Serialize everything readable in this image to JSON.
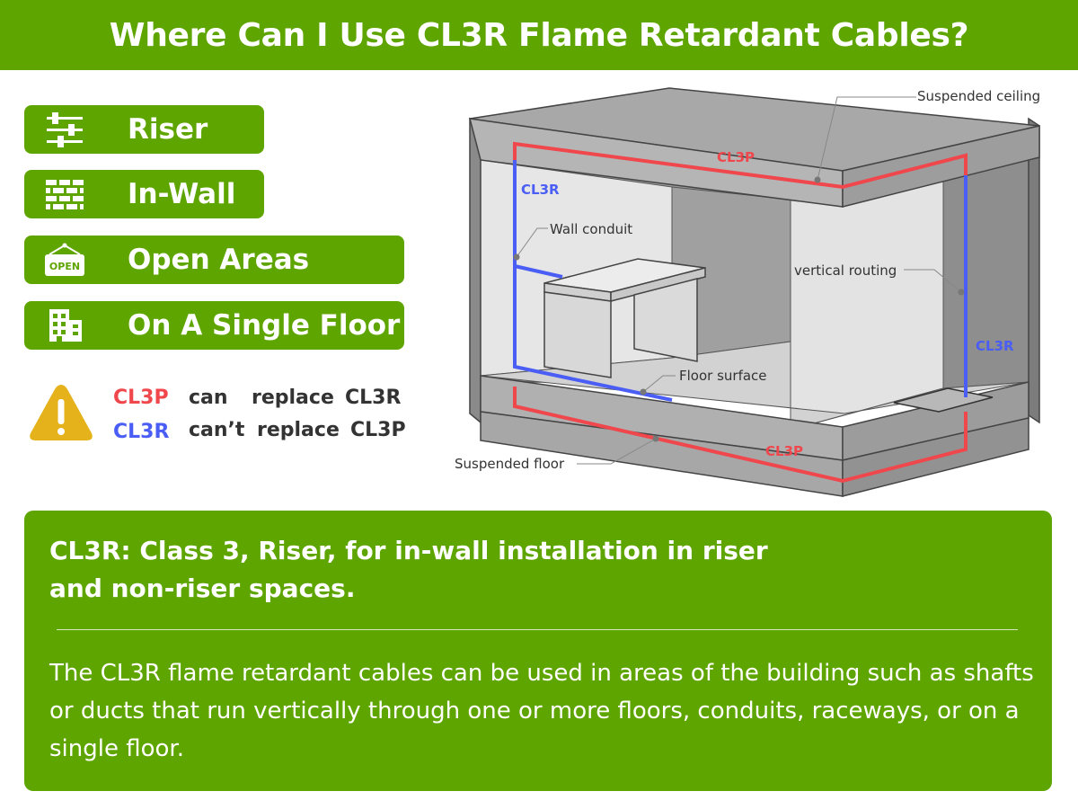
{
  "title": "Where Can I Use CL3R Flame Retardant Cables?",
  "uses": [
    {
      "label": "Riser",
      "icon": "sliders-icon"
    },
    {
      "label": "In-Wall",
      "icon": "brick-wall-icon"
    },
    {
      "label": "Open Areas",
      "icon": "open-sign-icon",
      "icon_text": "OPEN"
    },
    {
      "label": "On A Single Floor",
      "icon": "building-icon"
    }
  ],
  "compatibility": {
    "row1": {
      "cable": "CL3P",
      "verb": "can",
      "action": "replace",
      "target": "CL3R"
    },
    "row2": {
      "cable": "CL3R",
      "verb": "can’t",
      "action": "replace",
      "target": "CL3P"
    }
  },
  "diagram": {
    "labels": {
      "suspended_ceiling": "Suspended ceiling",
      "wall_conduit": "Wall conduit",
      "vertical_routing": "vertical routing",
      "floor_surface": "Floor surface",
      "suspended_floor": "Suspended floor",
      "cl3p_top": "CL3P",
      "cl3p_bottom": "CL3P",
      "cl3r_left": "CL3R",
      "cl3r_right": "CL3R"
    }
  },
  "info": {
    "heading": "CL3R: Class 3, Riser, for in-wall installation in riser and non-riser spaces.",
    "body": "The CL3R flame retardant cables can be used in areas of the building such as shafts or ducts that run vertically through one or more floors, conduits, raceways, or on a single floor."
  },
  "colors": {
    "brand_green": "#5ea500",
    "cl3p_red": "#f0474d",
    "cl3r_blue": "#4a5ef5",
    "warning_yellow": "#e5b21b"
  }
}
